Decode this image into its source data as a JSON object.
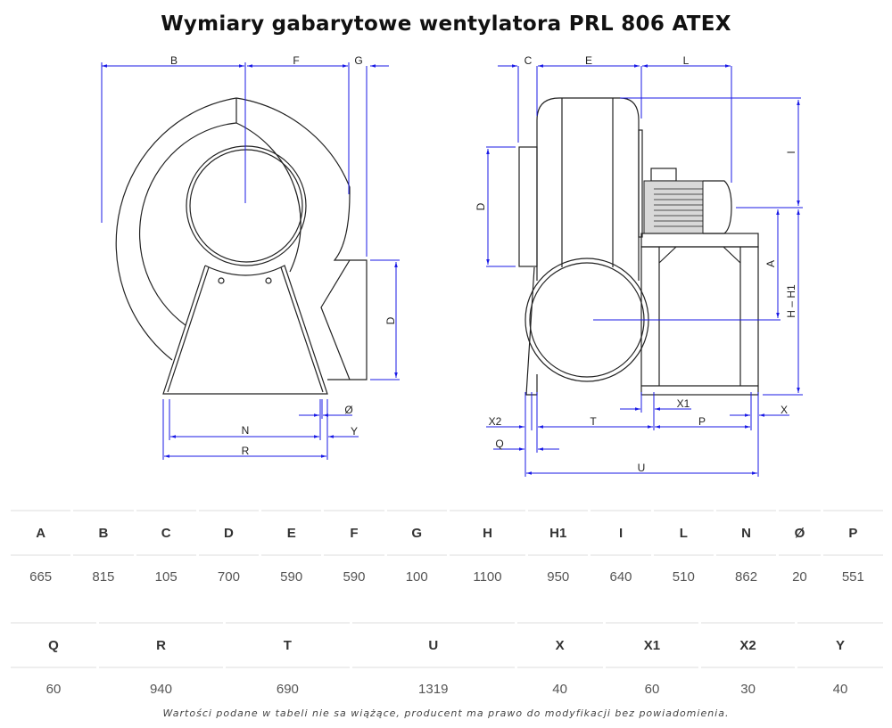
{
  "title": "Wymiary gabarytowe wentylatora PRL 806 ATEX",
  "drawing_labels": {
    "left": {
      "B": "B",
      "F": "F",
      "G": "G",
      "D": "D",
      "N": "N",
      "R": "R",
      "O": "Ø",
      "Y": "Y"
    },
    "right": {
      "C": "C",
      "E": "E",
      "L": "L",
      "D": "D",
      "I": "I",
      "A": "A",
      "HH1": "H – H1",
      "X1": "X1",
      "X": "X",
      "X2": "X2",
      "T": "T",
      "P": "P",
      "Q": "Q",
      "U": "U"
    }
  },
  "table1": {
    "headers": [
      "A",
      "B",
      "C",
      "D",
      "E",
      "F",
      "G",
      "H",
      "H1",
      "I",
      "L",
      "N",
      "Ø",
      "P"
    ],
    "values": [
      "665",
      "815",
      "105",
      "700",
      "590",
      "590",
      "100",
      "1100",
      "950",
      "640",
      "510",
      "862",
      "20",
      "551"
    ]
  },
  "table2": {
    "headers": [
      "Q",
      "R",
      "T",
      "U",
      "X",
      "X1",
      "X2",
      "Y"
    ],
    "values": [
      "60",
      "940",
      "690",
      "1319",
      "40",
      "60",
      "30",
      "40"
    ]
  },
  "footnote": "Wartości podane w tabeli nie sa wiążące, producent ma prawo do modyfikacji bez powiadomienia.",
  "colors": {
    "dimension_line": "#1a1ae6",
    "outline": "#222222"
  }
}
